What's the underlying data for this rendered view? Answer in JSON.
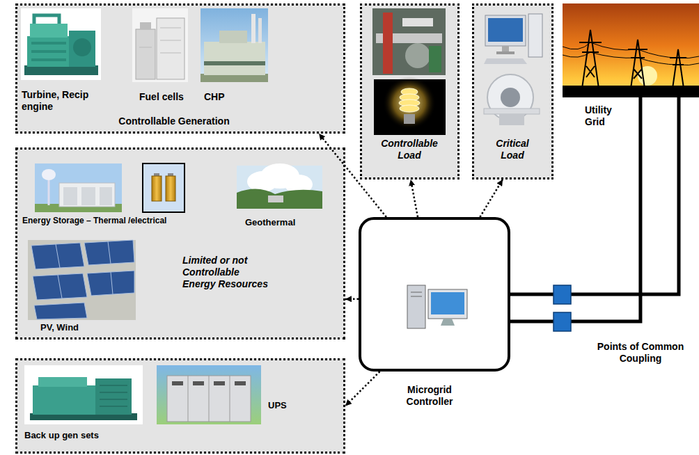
{
  "diagram": {
    "nodes": [
      {
        "text": [
          "Turbine, Recip engine",
          "Fuel cells",
          "CHP",
          "Controllable Generation"
        ]
      },
      {
        "text": [
          "Controllable Load"
        ]
      },
      {
        "text": [
          "Critical Load"
        ]
      },
      {
        "text": [
          "Utility Grid"
        ]
      },
      {
        "text": [
          "Energy Storage – Thermal /electrical",
          "Geothermal",
          "Limited or not Controllable Energy Resources",
          "PV, Wind"
        ]
      },
      {
        "text": [
          "Microgrid Controller"
        ]
      },
      {
        "text": [
          "Back up gen sets",
          "UPS"
        ]
      }
    ],
    "edges": [
      {
        "from": 5,
        "to": 0,
        "arrow": "to"
      },
      {
        "from": 5,
        "to": 1,
        "arrow": "to"
      },
      {
        "from": 5,
        "to": 2,
        "arrow": "to"
      },
      {
        "from": 5,
        "to": 4,
        "arrow": "to"
      },
      {
        "from": 5,
        "to": 6,
        "arrow": "to"
      },
      {
        "from": 5,
        "to": 3,
        "arrow": "none"
      },
      {
        "from": 5,
        "to": 3,
        "arrow": "none"
      }
    ],
    "labels": [
      "Points of Common Coupling"
    ]
  }
}
